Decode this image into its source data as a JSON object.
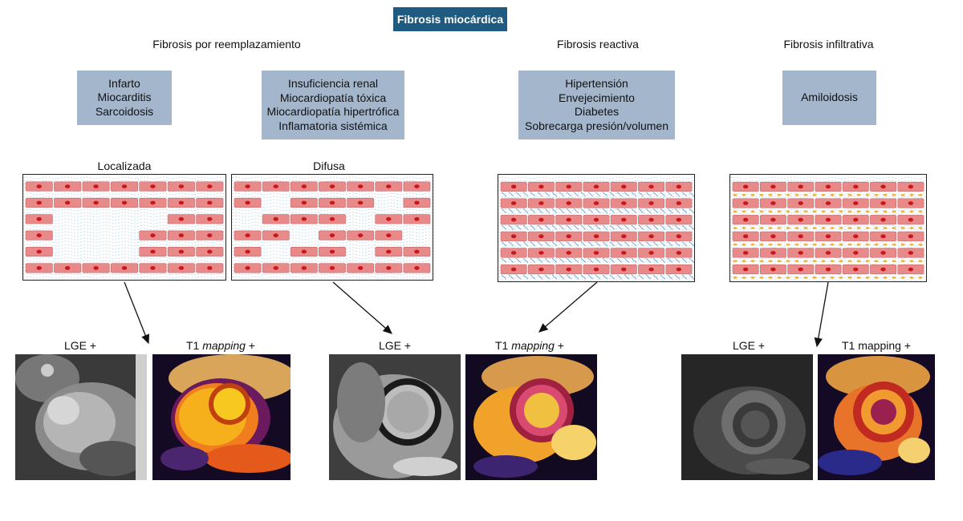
{
  "title": "Fibrosis miocárdica",
  "categories": {
    "replacement": "Fibrosis por reemplazamiento",
    "reactive": "Fibrosis reactiva",
    "infiltrative": "Fibrosis infiltrativa"
  },
  "causes": {
    "localized": [
      "Infarto",
      "Miocarditis",
      "Sarcoidosis"
    ],
    "diffuse": [
      "Insuficiencia renal",
      "Miocardiopatía tóxica",
      "Miocardiopatía hipertrófica",
      "Inflamatoria sistémica"
    ],
    "reactive": [
      "Hipertensión",
      "Envejecimiento",
      "Diabetes",
      "Sobrecarga presión/volumen"
    ],
    "infiltrative": [
      "Amiloidosis"
    ]
  },
  "subtypes": {
    "localized": "Localizada",
    "diffuse": "Difusa"
  },
  "image_labels": {
    "lge": "LGE +",
    "t1_prefix": "T1 ",
    "t1_mapping": "mapping",
    "t1_suffix": " +",
    "t1_plain": "T1 mapping +"
  },
  "colors": {
    "title_bg": "#1f5a80",
    "cause_bg": "#a3b6cc",
    "cardiomyocyte": "#e88a8a",
    "nucleus": "#c8181c",
    "fibrosis": "#5b9bd5",
    "amyloid": "#f2b233"
  }
}
